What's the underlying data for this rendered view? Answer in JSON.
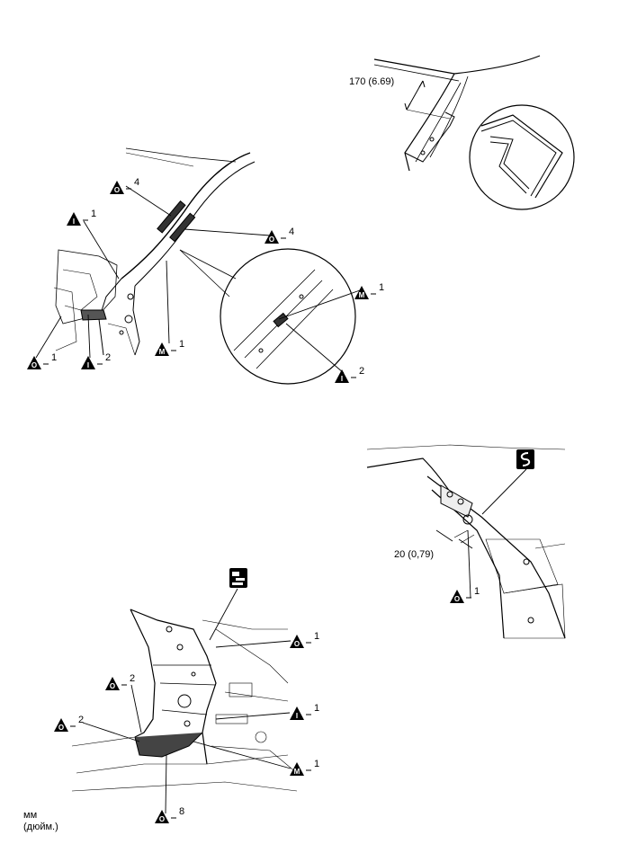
{
  "units": {
    "line1": "мм",
    "line2": "(дюйм.)"
  },
  "dimensions": {
    "roof_rail": "170 (6.69)",
    "weld_offset": "20 (0,79)"
  },
  "symbols": {
    "spot_weld": "O",
    "mig_plug": "I",
    "mig_seam": "M"
  },
  "callouts": {
    "a_pillar_weld_upper": "4",
    "a_pillar_weld_lower": "4",
    "a_pillar_plug_upper": "1",
    "a_pillar_weld_side": "1",
    "a_pillar_plug_lower": "2",
    "a_pillar_seam": "1",
    "detail_seam": "1",
    "detail_plug": "2",
    "cut_weld": "1",
    "b_pillar_weld_top": "1",
    "b_pillar_plug": "1",
    "b_pillar_seam": "1",
    "b_pillar_weld_left_upper": "2",
    "b_pillar_weld_left_lower": "2",
    "b_pillar_weld_bottom": "8"
  }
}
